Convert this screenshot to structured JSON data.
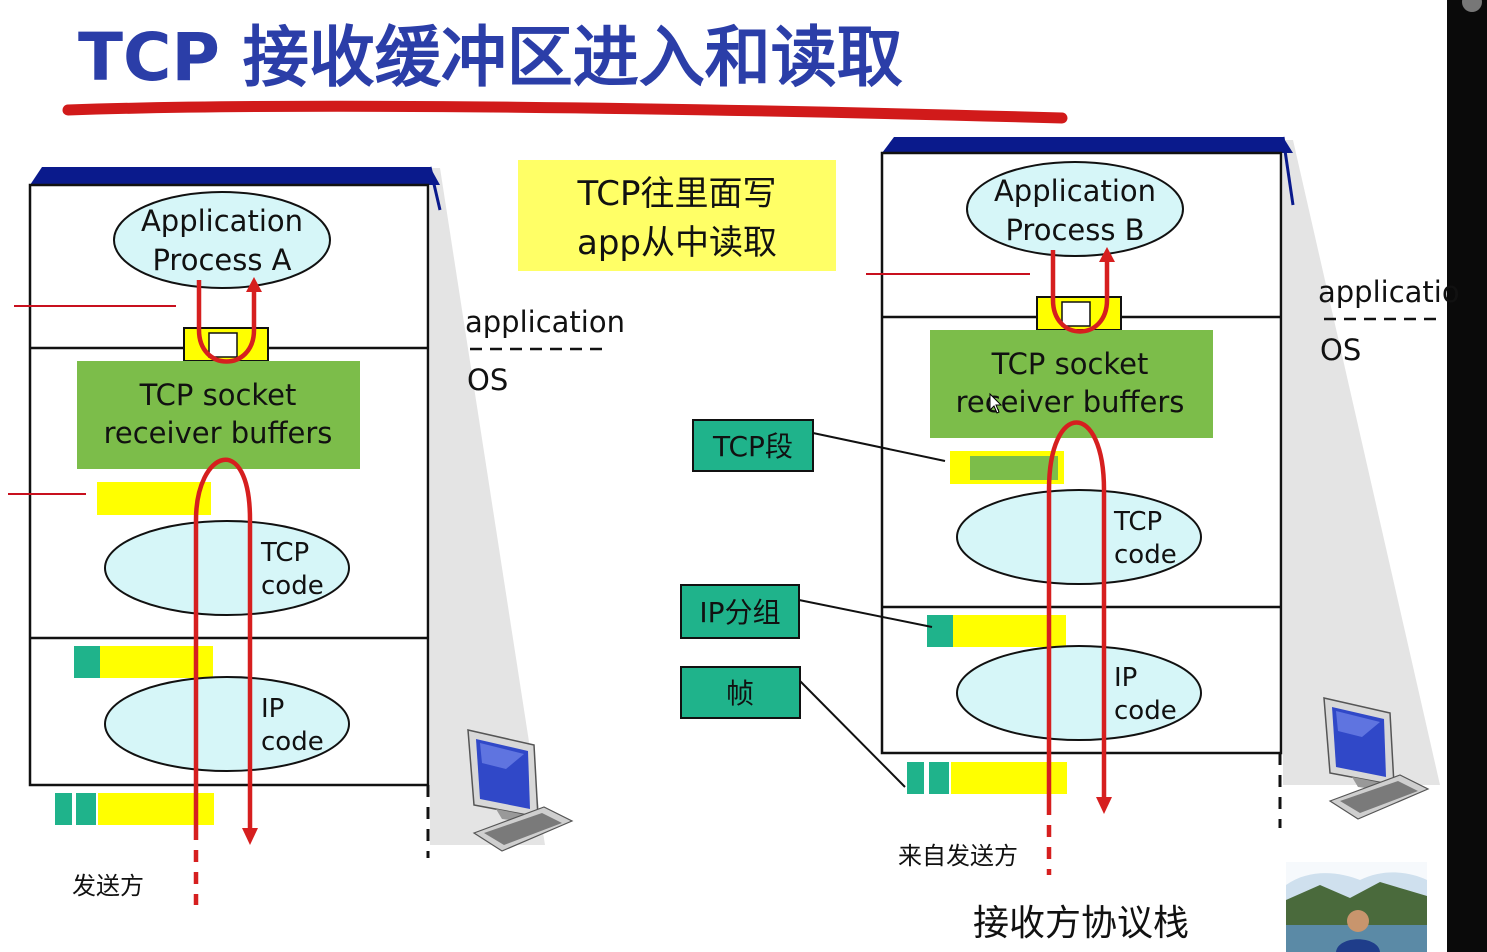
{
  "slide": {
    "title": "TCP 接收缓冲区进入和读取",
    "colors": {
      "title": "#2b3ea8",
      "underline": "#d11a1a",
      "buffer_green": "#7cbd4a",
      "yellow": "#ffff00",
      "cyan": "#d6f6f8",
      "teal": "#1fb38b",
      "navy": "#0a1a8c",
      "arrow_red": "#d61f1f"
    }
  },
  "callout": {
    "line1": "TCP往里面写",
    "line2": "app从中读取"
  },
  "left_host": {
    "app_line1": "Application",
    "app_line2": "Process A",
    "buffer_line1": "TCP socket",
    "buffer_line2": "receiver buffers",
    "tcp_line1": "TCP",
    "tcp_line2": "code",
    "ip_line1": "IP",
    "ip_line2": "code",
    "layer_top": "application",
    "layer_bottom": "OS",
    "caption": "发送方",
    "computer_icon": "desktop-computer-icon"
  },
  "right_host": {
    "app_line1": "Application",
    "app_line2": "Process B",
    "buffer_line1": "TCP socket",
    "buffer_line2": "receiver buffers",
    "tcp_line1": "TCP",
    "tcp_line2": "code",
    "ip_line1": "IP",
    "ip_line2": "code",
    "layer_top": "applicatio",
    "layer_bottom": "OS",
    "caption_from": "来自发送方",
    "caption_stack": "接收方协议栈",
    "computer_icon": "desktop-computer-icon"
  },
  "tags": {
    "segment": "TCP段",
    "packet": "IP分组",
    "frame": "帧"
  },
  "presenter": {
    "icon": "presenter-webcam-thumbnail"
  },
  "cursor": {
    "icon": "mouse-pointer-icon"
  }
}
